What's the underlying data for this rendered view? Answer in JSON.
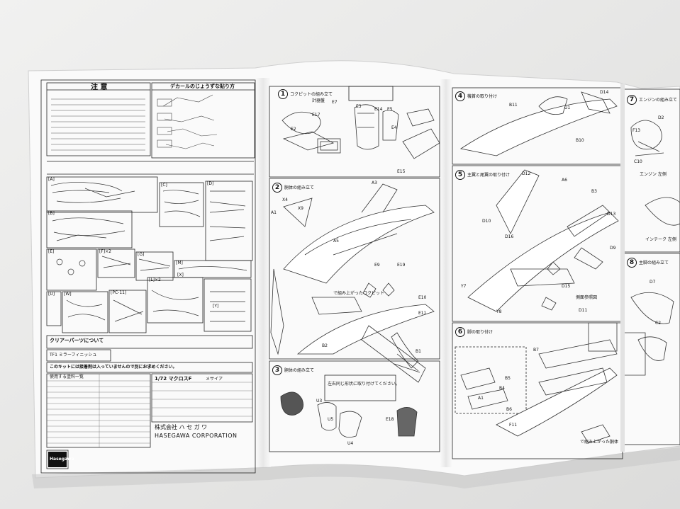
{
  "photo": {
    "colors": {
      "background": "#e9e9e8",
      "paper": "#fbfbfb",
      "ink": "#1a1a1a",
      "shade": "#9a9a9a"
    }
  },
  "left_page": {
    "caution_title": "注 意",
    "decal_title": "デカールのじょうずな貼り方",
    "parts_labels": [
      "[A]",
      "[B]",
      "[C]",
      "[D]",
      "[E]",
      "[F]×2",
      "[G]",
      "[M]",
      "[L]×2",
      "[X]",
      "[U]",
      "[W]",
      "[PC-11]",
      "[Y]"
    ],
    "clear_parts_title": "クリアーパーツについて",
    "film_label": "TF1 ミラーフィニッシュ",
    "notice": "このキットには接着剤は入っていませんので別にお求めください。",
    "paint_table_title": "使用する塗料一覧",
    "company_jp": "株式会社 ハ セ ガ ワ",
    "company_en": "HASEGAWA CORPORATION",
    "brand": "Hasegawa",
    "series": "1/72 マクロスF",
    "product": "メサイア"
  },
  "middle_page": {
    "step1_title": "コクピットの組み立て",
    "step1_label": "計器盤",
    "step2_title": "胴体の組み立て",
    "step3_title": "胴体の組み立て",
    "part_labels": [
      "E17",
      "E7",
      "E3",
      "E14",
      "E5",
      "E4",
      "E2",
      "E15",
      "A3",
      "X4",
      "X9",
      "A5",
      "A1",
      "B2",
      "E9",
      "E19",
      "E10",
      "E11",
      "E18",
      "U3",
      "U5",
      "U4",
      "B1"
    ],
    "note_cockpit": "で組み上がったコクピット",
    "note_left_right": "左右同じ形状に取り付けてください。"
  },
  "right_page": {
    "step4_title": "機首の取り付け",
    "step5_title": "主翼と尾翼の取り付け",
    "step6_title": "脚の取り付け",
    "step7_title": "エンジンの組み立て",
    "step8_title": "主脚の組み立て",
    "part_labels": [
      "B11",
      "D14",
      "U1",
      "B10",
      "D12",
      "A6",
      "B3",
      "D10",
      "D16",
      "D13",
      "D15",
      "D9",
      "Y7",
      "Y8",
      "D11",
      "B7",
      "B5",
      "B4",
      "B6",
      "A1",
      "F11",
      "D2",
      "F13",
      "C10",
      "D7",
      "C2"
    ],
    "note_assembled": "で組み上がった胴体",
    "note_side": "側面参照図",
    "engine_left": "エンジン 左側",
    "intake_left": "インテーク 左側"
  }
}
